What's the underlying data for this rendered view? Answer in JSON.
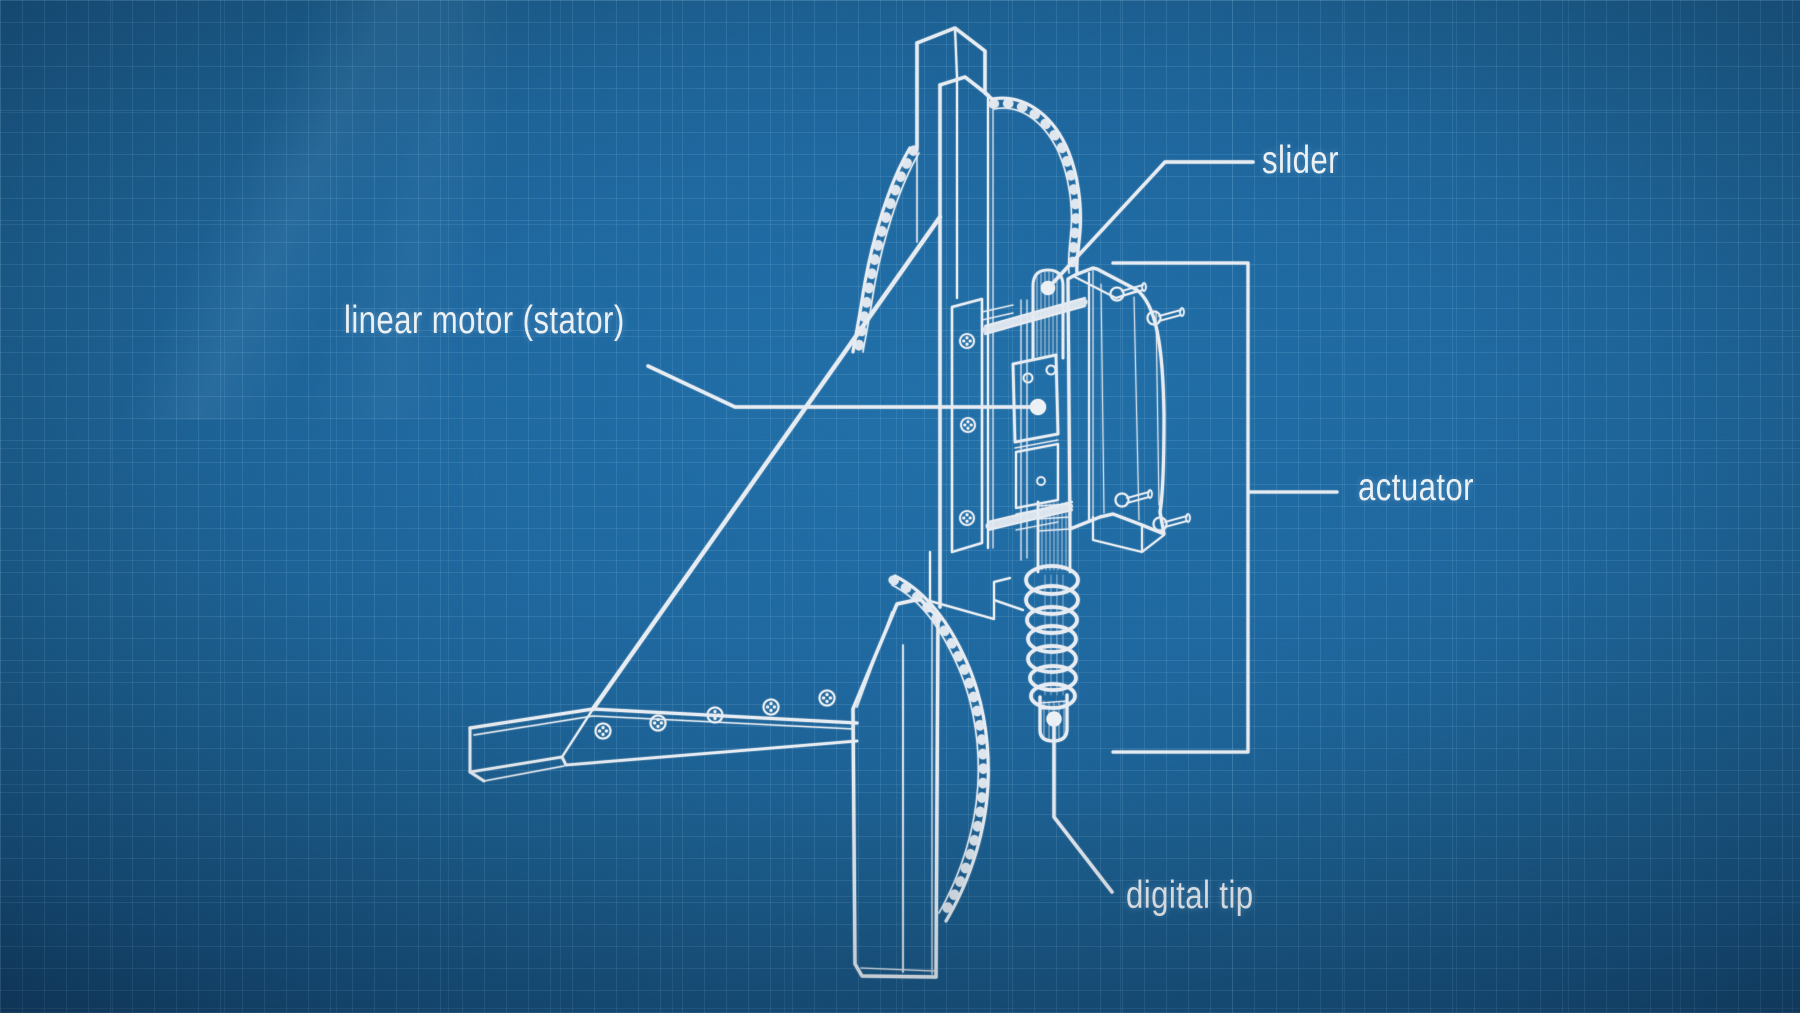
{
  "colors": {
    "paper_base": "#1a66a0",
    "paper_edge": "#092b4d",
    "grid_line": "#96cdee",
    "drawing_line": "#e8eef4",
    "label_text": "#eef3f6"
  },
  "diagram": {
    "labels": [
      {
        "id": "linear-motor",
        "text": "linear motor (stator)"
      },
      {
        "id": "slider",
        "text": "slider"
      },
      {
        "id": "actuator",
        "text": "actuator"
      },
      {
        "id": "digital-tip",
        "text": "digital tip"
      }
    ]
  }
}
